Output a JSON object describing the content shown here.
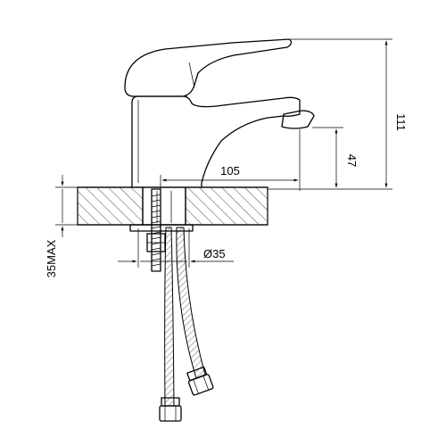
{
  "dimensions": {
    "height_total": "111",
    "spout_height": "47",
    "spout_reach": "105",
    "hole_diameter": "Ø35",
    "max_counter_thickness": "35MAX"
  },
  "colors": {
    "line": "#000000",
    "background": "#ffffff"
  }
}
